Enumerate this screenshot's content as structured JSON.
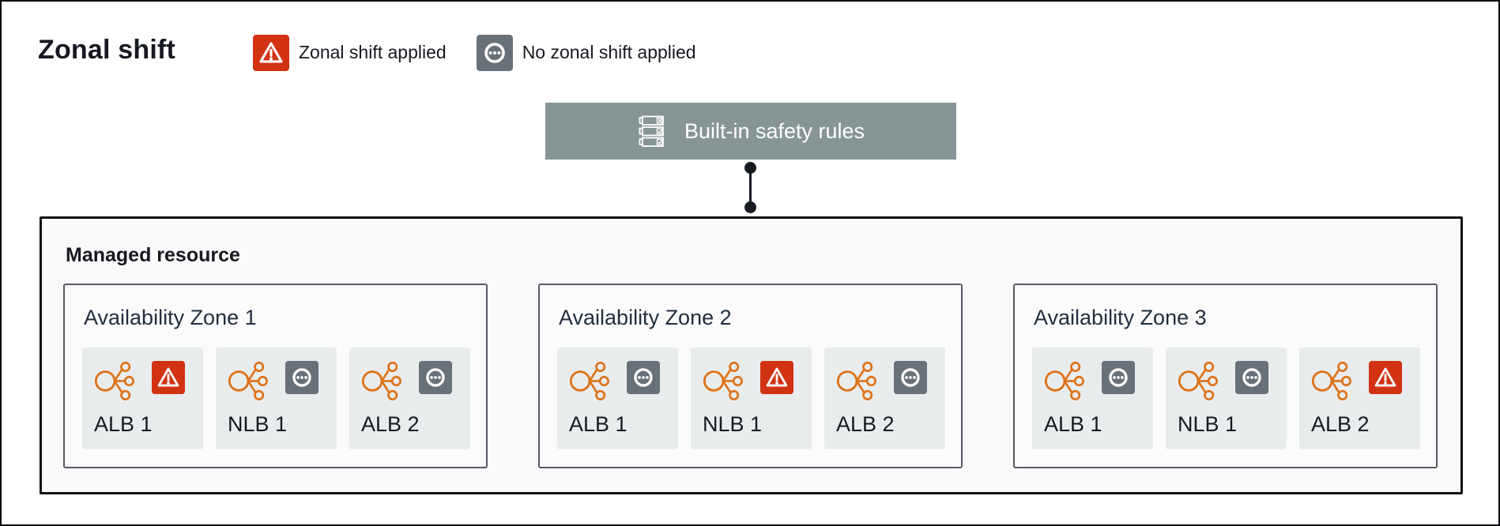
{
  "page": {
    "title": "Zonal shift"
  },
  "legend": {
    "items": [
      {
        "label": "Zonal shift applied",
        "icon": "warning-triangle-icon",
        "status": "applied"
      },
      {
        "label": "No zonal shift applied",
        "icon": "ellipsis-circle-icon",
        "status": "none"
      }
    ]
  },
  "safety_rules": {
    "label": "Built-in safety rules",
    "icon": "safety-rules-checklist-icon"
  },
  "managed_resource": {
    "title": "Managed resource",
    "zones": [
      {
        "title": "Availability Zone 1",
        "resources": [
          {
            "label": "ALB 1",
            "status": "applied"
          },
          {
            "label": "NLB 1",
            "status": "none"
          },
          {
            "label": "ALB 2",
            "status": "none"
          }
        ]
      },
      {
        "title": "Availability Zone 2",
        "resources": [
          {
            "label": "ALB 1",
            "status": "none"
          },
          {
            "label": "NLB 1",
            "status": "applied"
          },
          {
            "label": "ALB 2",
            "status": "none"
          }
        ]
      },
      {
        "title": "Availability Zone 3",
        "resources": [
          {
            "label": "ALB 1",
            "status": "none"
          },
          {
            "label": "NLB 1",
            "status": "none"
          },
          {
            "label": "ALB 2",
            "status": "applied"
          }
        ]
      }
    ]
  },
  "colors": {
    "accent-red": "#d13212",
    "neutral-gray": "#687078",
    "rules-gray": "#879597",
    "elb-orange": "#dd7218",
    "ink": "#16191f",
    "card-bg": "#e9eced",
    "panel-bg": "#fafafa",
    "zone-border": "#545b64"
  }
}
